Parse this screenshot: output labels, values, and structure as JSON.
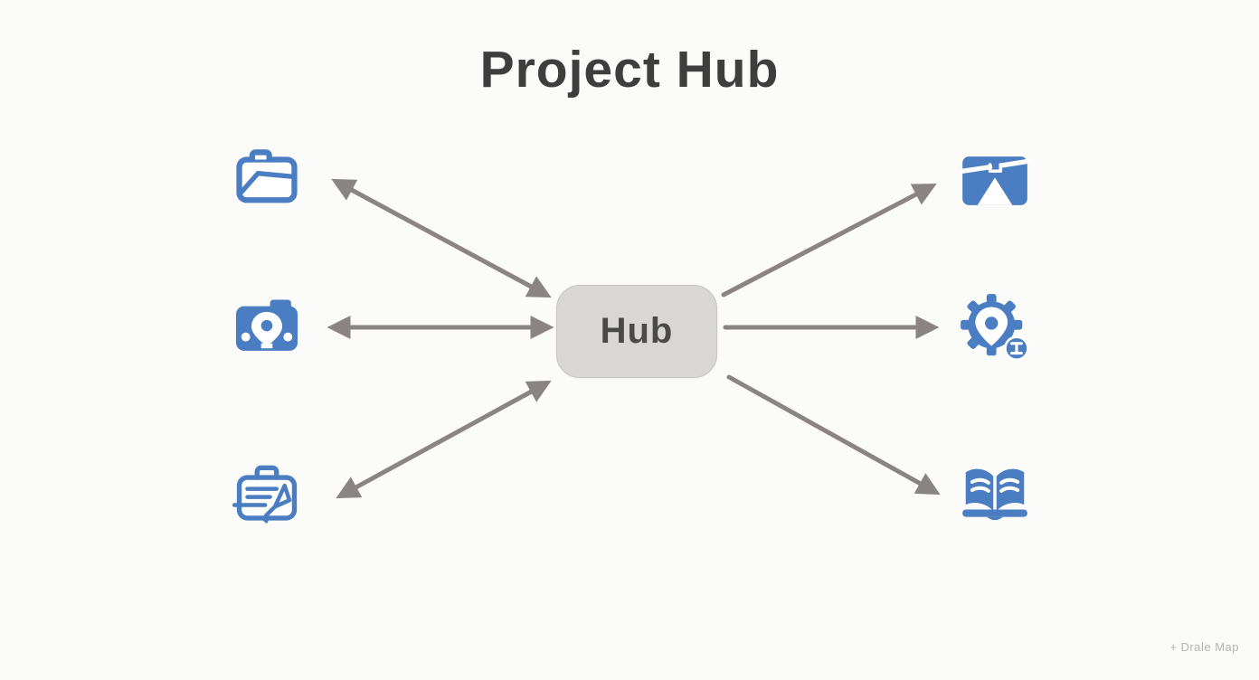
{
  "title": "Project Hub",
  "hub": {
    "label": "Hub"
  },
  "watermark": "+ Drale Map",
  "colors": {
    "icon_blue": "#4a7dc2",
    "arrow_gray": "#8a8582",
    "hub_fill": "#d8d7d5",
    "hub_border": "#c6c5c3",
    "hub_text": "#4a4a49",
    "title_text": "#3e3e3f",
    "background": "#fbfbfa",
    "watermark_gray": "#b5b3b1"
  },
  "nodes": {
    "left": [
      {
        "id": "folder",
        "icon": "open-folder-icon"
      },
      {
        "id": "camera-location",
        "icon": "camera-location-pin-icon"
      },
      {
        "id": "briefcase-edit",
        "icon": "briefcase-edit-icon"
      }
    ],
    "right": [
      {
        "id": "envelope-triangle",
        "icon": "envelope-triangle-icon"
      },
      {
        "id": "gear-location",
        "icon": "gear-location-pin-icon"
      },
      {
        "id": "open-book",
        "icon": "open-book-icon"
      }
    ]
  },
  "connections": [
    {
      "from": "folder",
      "to": "hub",
      "direction": "both"
    },
    {
      "from": "camera-location",
      "to": "hub",
      "direction": "both"
    },
    {
      "from": "briefcase-edit",
      "to": "hub",
      "direction": "both"
    },
    {
      "from": "hub",
      "to": "envelope-triangle",
      "direction": "one-way"
    },
    {
      "from": "hub",
      "to": "gear-location",
      "direction": "one-way"
    },
    {
      "from": "hub",
      "to": "open-book",
      "direction": "one-way"
    }
  ]
}
